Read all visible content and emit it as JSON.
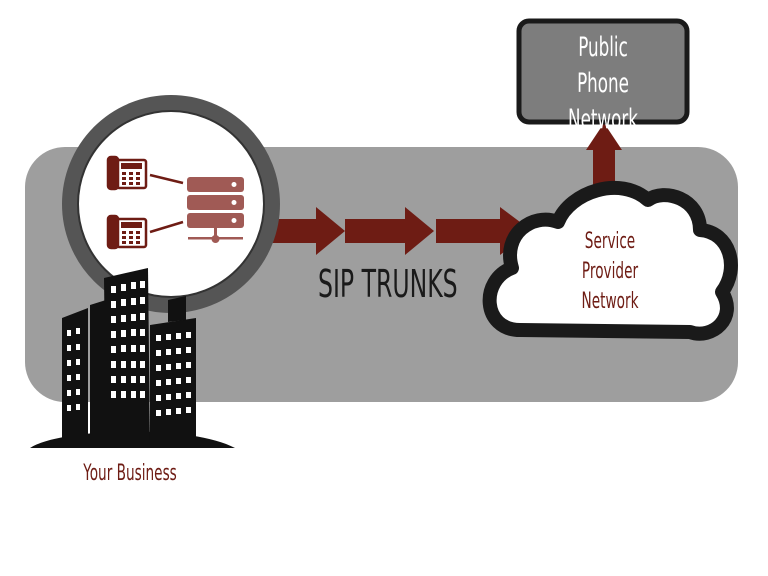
{
  "diagram": {
    "labels": {
      "public_phone_network": [
        "Public Phone",
        "Network"
      ],
      "service_provider_network": [
        "Service",
        "Provider",
        "Network"
      ],
      "sip_trunks": "SIP TRUNKS",
      "your_business": "Your Business"
    },
    "colors": {
      "band": "#9e9e9e",
      "accent": "#6e1c14",
      "server": "#a05a55",
      "box_fill": "#7d7d7d",
      "outline": "#1a1a1a",
      "magnifier_ring": "#555555"
    },
    "icons": [
      "desk-phone-icon",
      "server-rack-icon",
      "office-buildings-icon",
      "cloud-icon",
      "arrow-right-icon",
      "arrow-up-icon"
    ]
  }
}
